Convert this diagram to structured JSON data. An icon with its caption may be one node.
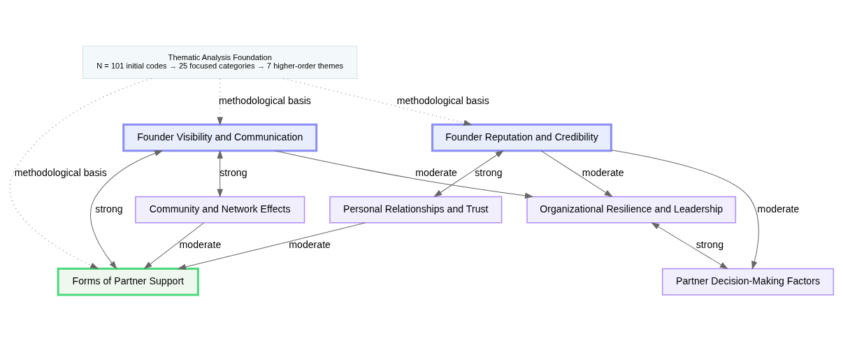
{
  "diagram": {
    "nodes": [
      {
        "text": [
          "Thematic Analysis Foundation",
          "N = 101 initial codes → 25 focused categories → 7 higher-order themes"
        ]
      },
      {
        "text": [
          "Founder Reputation and Credibility"
        ]
      },
      {
        "text": [
          "Founder Visibility and Communication"
        ]
      },
      {
        "text": [
          "Personal Relationships and Trust"
        ]
      },
      {
        "text": [
          "Community and Network Effects"
        ]
      },
      {
        "text": [
          "Organizational Resilience and Leadership"
        ]
      },
      {
        "text": [
          "Partner Decision-Making Factors"
        ]
      },
      {
        "text": [
          "Forms of Partner Support"
        ]
      }
    ],
    "edges": [
      {
        "from": 0,
        "to": 1,
        "arrow": "to",
        "label": "methodological basis",
        "style": "dashed"
      },
      {
        "from": 0,
        "to": 2,
        "arrow": "to",
        "label": "methodological basis",
        "style": "dashed"
      },
      {
        "from": 0,
        "to": 7,
        "arrow": "to",
        "label": "methodological basis",
        "style": "dashed"
      },
      {
        "from": 1,
        "to": 3,
        "arrow": "both",
        "label": "strong"
      },
      {
        "from": 1,
        "to": 5,
        "arrow": "to",
        "label": "moderate"
      },
      {
        "from": 1,
        "to": 6,
        "arrow": "to",
        "label": "moderate"
      },
      {
        "from": 2,
        "to": 4,
        "arrow": "both",
        "label": "strong"
      },
      {
        "from": 2,
        "to": 5,
        "arrow": "to",
        "label": "moderate"
      },
      {
        "from": 2,
        "to": 7,
        "arrow": "both",
        "label": "strong"
      },
      {
        "from": 3,
        "to": 7,
        "arrow": "to",
        "label": "moderate"
      },
      {
        "from": 4,
        "to": 7,
        "arrow": "to",
        "label": "moderate"
      },
      {
        "from": 5,
        "to": 6,
        "arrow": "both",
        "label": "strong"
      }
    ]
  }
}
